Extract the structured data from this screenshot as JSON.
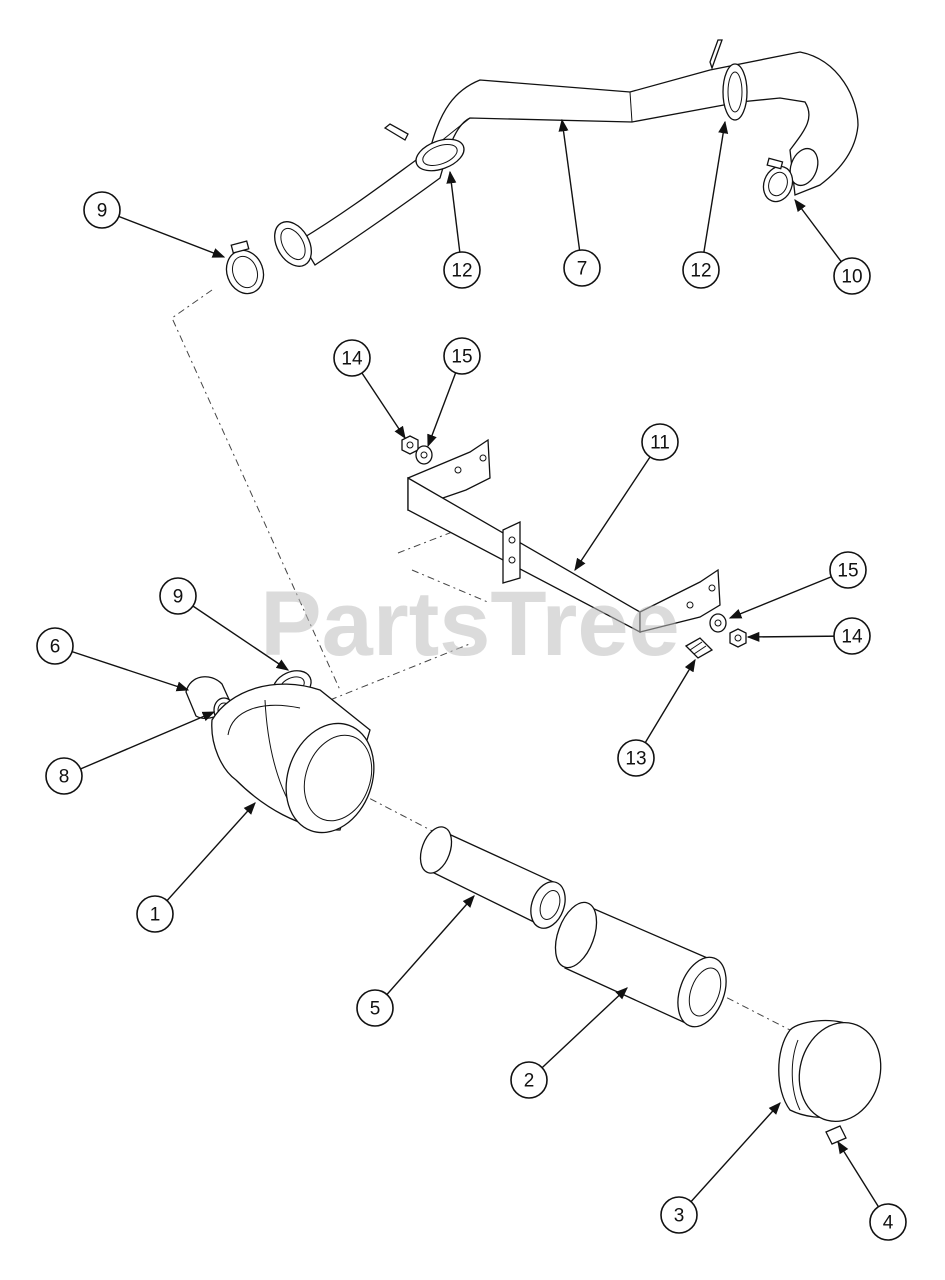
{
  "watermark": "PartsTree",
  "leader_color": "#111111",
  "watermark_color": "#bdbdbd",
  "callouts": [
    "9",
    "12",
    "7",
    "12",
    "10",
    "14",
    "15",
    "11",
    "15",
    "14",
    "13",
    "9",
    "6",
    "8",
    "1",
    "5",
    "2",
    "3",
    "4"
  ]
}
